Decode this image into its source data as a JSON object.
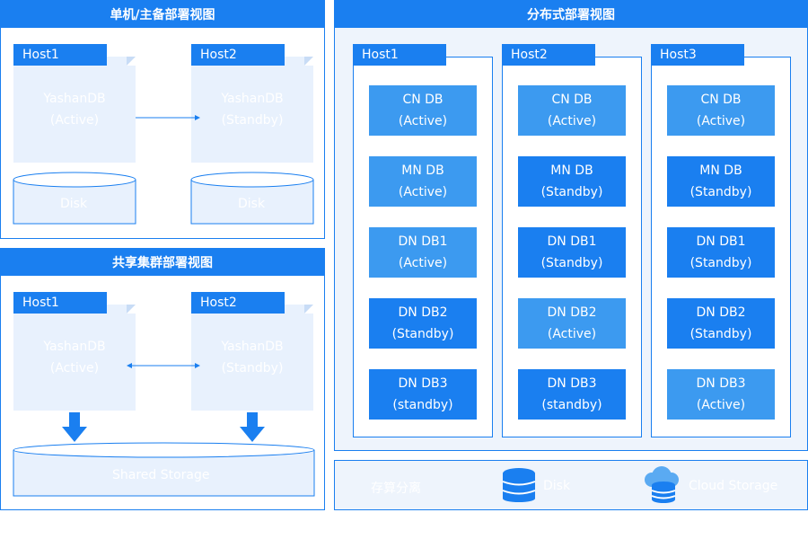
{
  "left_top": {
    "title": "单机/主备部署视图",
    "hosts": [
      {
        "name": "Host1",
        "db": "YashanDB",
        "role": "(Active)",
        "disk": "Disk"
      },
      {
        "name": "Host2",
        "db": "YashanDB",
        "role": "(Standby)",
        "disk": "Disk"
      }
    ]
  },
  "left_bottom": {
    "title": "共享集群部署视图",
    "hosts": [
      {
        "name": "Host1",
        "db": "YashanDB",
        "role": "(Active)"
      },
      {
        "name": "Host2",
        "db": "YashanDB",
        "role": "(Standby)"
      }
    ],
    "storage": "Shared Storage"
  },
  "right": {
    "title": "分布式部署视图",
    "hosts": [
      {
        "name": "Host1",
        "dbs": [
          {
            "name": "CN DB",
            "role": "(Active)",
            "state": "active"
          },
          {
            "name": "MN DB",
            "role": "(Active)",
            "state": "active"
          },
          {
            "name": "DN DB1",
            "role": "(Active)",
            "state": "active"
          },
          {
            "name": "DN DB2",
            "role": "(Standby)",
            "state": "standby"
          },
          {
            "name": "DN DB3",
            "role": "(standby)",
            "state": "standby"
          }
        ]
      },
      {
        "name": "Host2",
        "dbs": [
          {
            "name": "CN DB",
            "role": "(Active)",
            "state": "active"
          },
          {
            "name": "MN DB",
            "role": "(Standby)",
            "state": "standby"
          },
          {
            "name": "DN DB1",
            "role": "(Standby)",
            "state": "standby"
          },
          {
            "name": "DN DB2",
            "role": "(Active)",
            "state": "active"
          },
          {
            "name": "DN DB3",
            "role": "(standby)",
            "state": "standby"
          }
        ]
      },
      {
        "name": "Host3",
        "dbs": [
          {
            "name": "CN DB",
            "role": "(Active)",
            "state": "active"
          },
          {
            "name": "MN DB",
            "role": "(Standby)",
            "state": "standby"
          },
          {
            "name": "DN DB1",
            "role": "(Standby)",
            "state": "standby"
          },
          {
            "name": "DN DB2",
            "role": "(Standby)",
            "state": "standby"
          },
          {
            "name": "DN DB3",
            "role": "(Active)",
            "state": "active"
          }
        ]
      }
    ]
  },
  "legend": {
    "label": "存算分离",
    "disk": "Disk",
    "cloud": "Cloud Storage"
  }
}
